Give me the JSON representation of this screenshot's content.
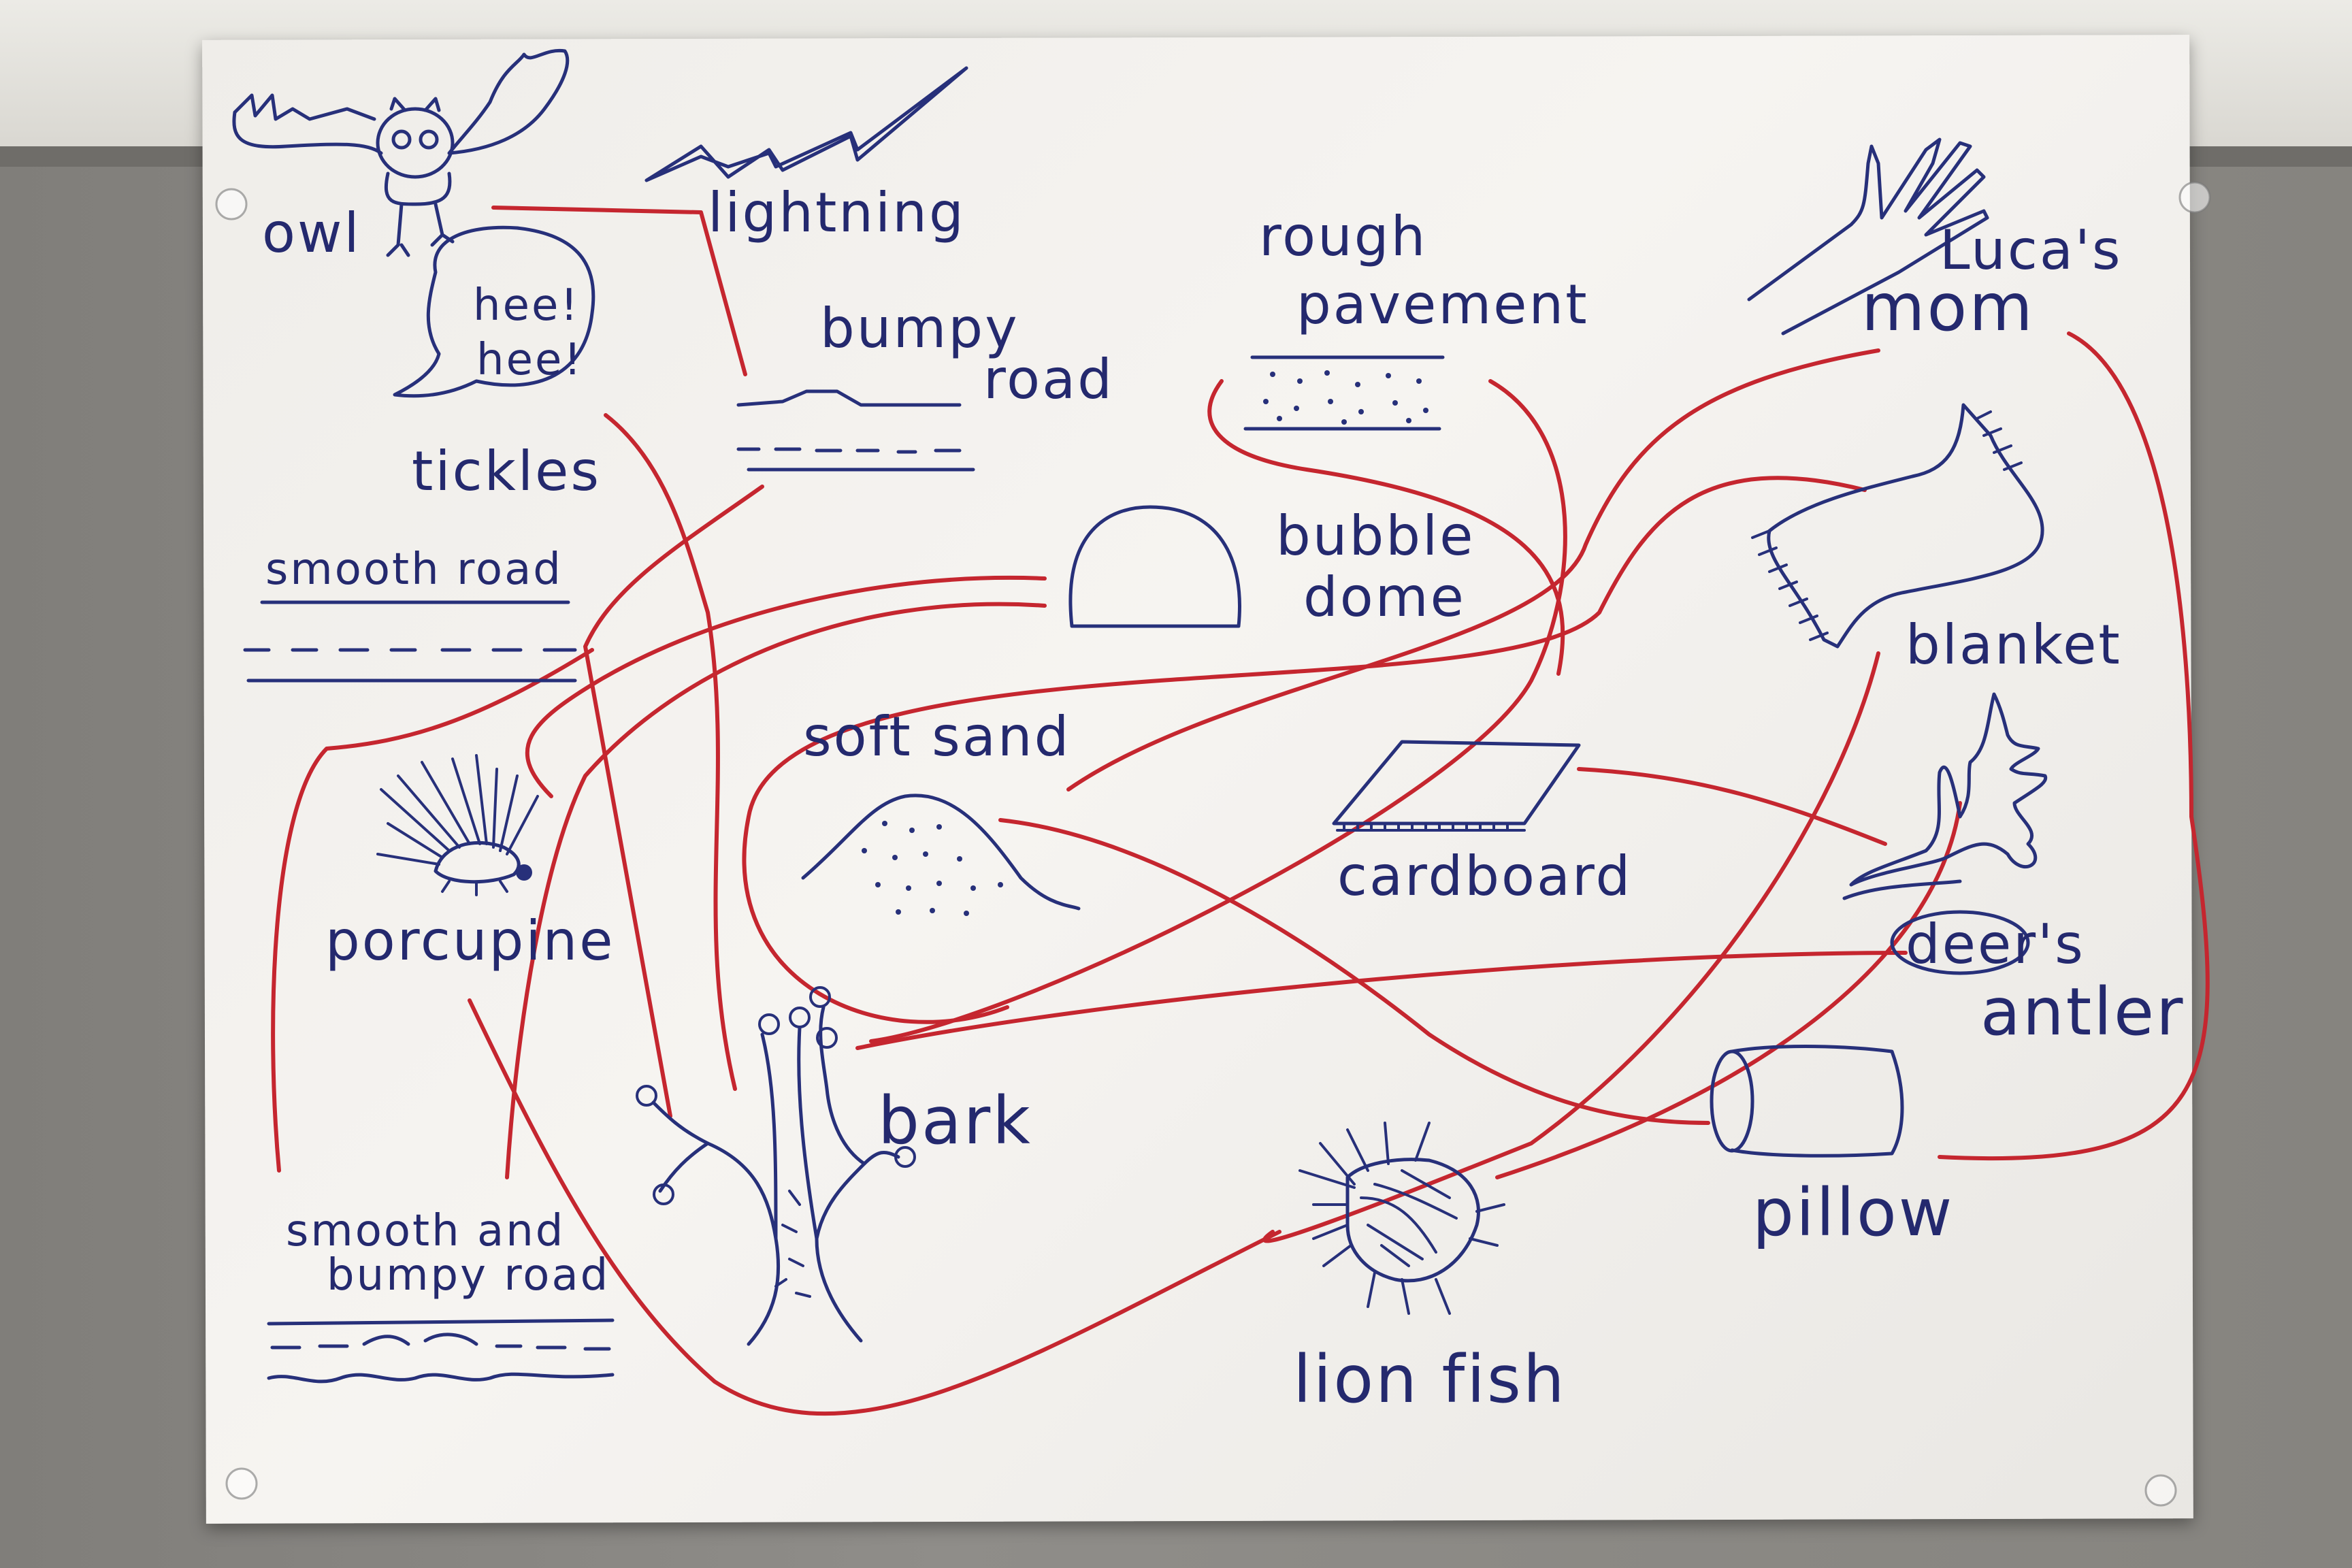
{
  "labels": {
    "owl": "owl",
    "lightning": "lightning",
    "rough": "rough",
    "pavement": "pavement",
    "lucas": "Luca's",
    "mom": "mom",
    "hee1": "hee!",
    "hee2": "hee!",
    "tickles": "tickles",
    "bumpy": "bumpy",
    "road": "road",
    "smooth_road": "smooth road",
    "bubble": "bubble",
    "dome": "dome",
    "blanket": "blanket",
    "soft_sand": "soft sand",
    "cardboard": "cardboard",
    "porcupine": "porcupine",
    "deers": "deer's",
    "antler": "antler",
    "bark": "bark",
    "pillow": "pillow",
    "smooth_and": "smooth and",
    "bumpy_road": "bumpy road",
    "lion_fish": "lion fish"
  },
  "colors": {
    "ink": "#27307a",
    "connector": "#c5262f",
    "paper": "#f4f2ee",
    "wall": "#8d8b87"
  }
}
